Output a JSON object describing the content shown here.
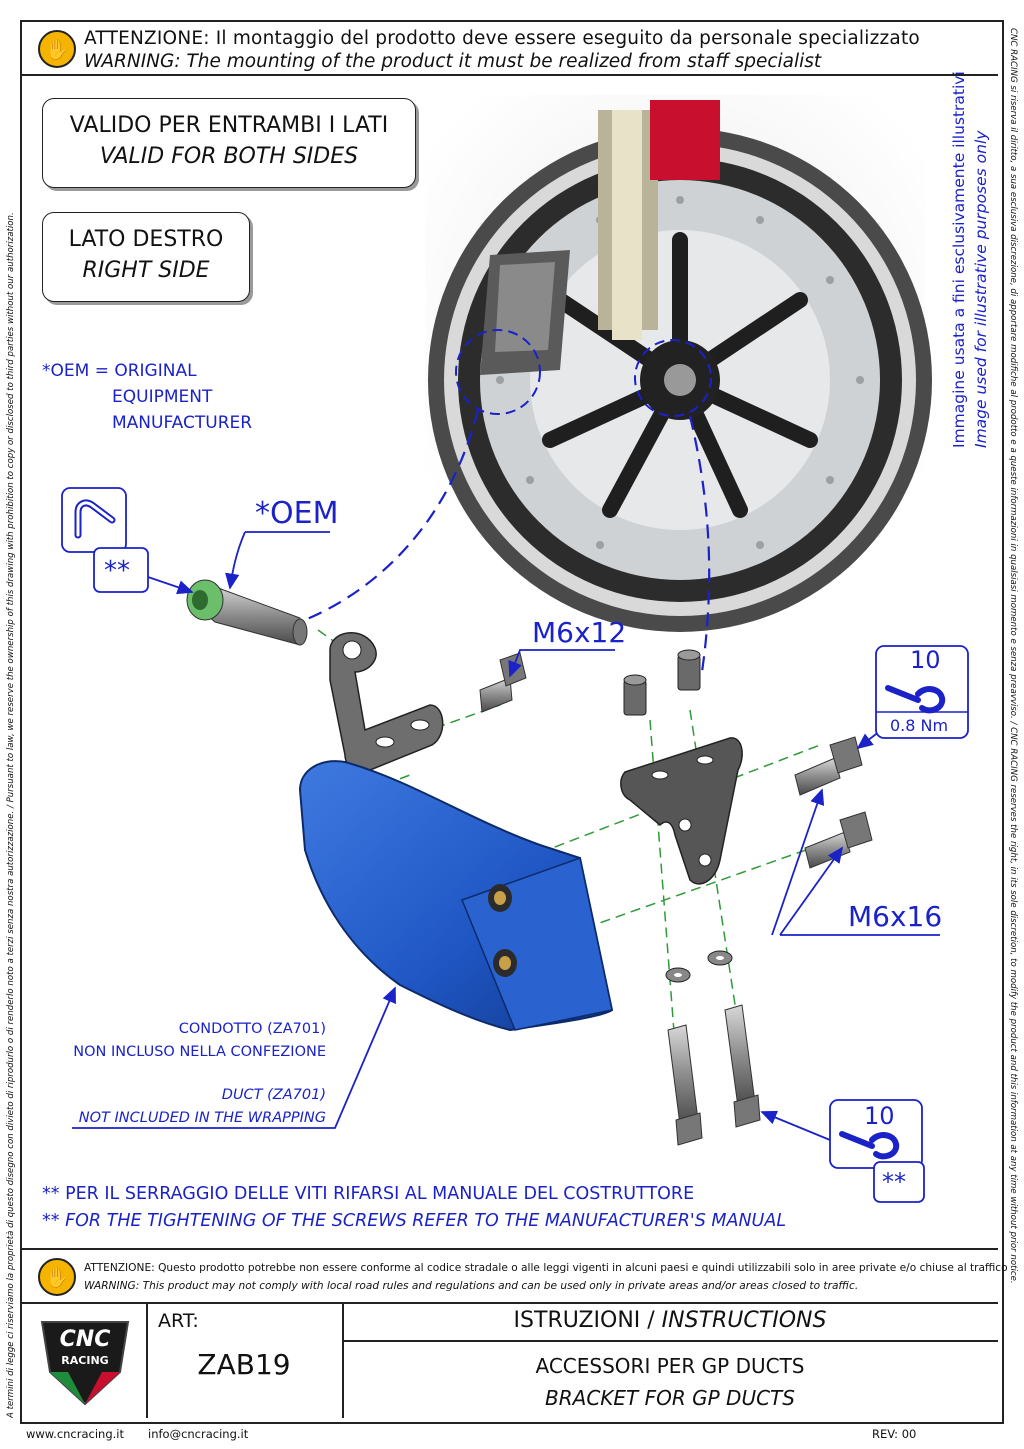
{
  "warning_top": {
    "it": "ATTENZIONE: Il montaggio del prodotto deve essere eseguito da personale specializzato",
    "en": "WARNING: The mounting of the product it must be realized from staff specialist"
  },
  "side_box_1": {
    "it": "VALIDO PER ENTRAMBI I LATI",
    "en": "VALID FOR BOTH SIDES"
  },
  "side_box_2": {
    "it": "LATO DESTRO",
    "en": "RIGHT SIDE"
  },
  "oem_note": {
    "line1": "*OEM = ORIGINAL",
    "line2": "EQUIPMENT",
    "line3": "MANUFACTURER"
  },
  "image_note": {
    "it": "Immagine usata a fini esclusivamente illustrativi",
    "en": "Image used for illustrative purposes only"
  },
  "labels": {
    "oem": "*OEM",
    "m6x12": "M6x12",
    "m6x16": "M6x16",
    "wrench_size_top": "10",
    "torque": "0.8 Nm",
    "wrench_size_bottom": "10",
    "double_star_1": "**",
    "double_star_2": "**"
  },
  "duct_note": {
    "it_line1": "CONDOTTO (ZA701)",
    "it_line2": "NON INCLUSO NELLA CONFEZIONE",
    "en_line1": "DUCT (ZA701)",
    "en_line2": "NOT INCLUDED IN THE WRAPPING"
  },
  "tightening_note": {
    "it": "** PER IL SERRAGGIO DELLE VITI RIFARSI AL MANUALE DEL COSTRUTTORE",
    "en": "** FOR THE TIGHTENING OF THE SCREWS REFER TO THE MANUFACTURER'S MANUAL"
  },
  "warning_bottom": {
    "it": "ATTENZIONE: Questo prodotto potrebbe non essere conforme al codice stradale o alle leggi vigenti in alcuni paesi e quindi utilizzabili solo in aree private e/o chiuse al traffico",
    "en": "WARNING: This product may not comply with local road rules and regulations and can be used only in private areas and/or areas closed to traffic."
  },
  "title_block": {
    "logo_top": "CNC",
    "logo_bottom": "RACING",
    "art_label": "ART:",
    "art_code": "ZAB19",
    "title_it": "ISTRUZIONI / ",
    "title_en": "INSTRUCTIONS",
    "desc_it": "ACCESSORI PER GP DUCTS",
    "desc_en": "BRACKET FOR GP DUCTS"
  },
  "footer": {
    "website": "www.cncracing.it",
    "email": "info@cncracing.it",
    "rev": "REV: 00"
  },
  "side_legal": {
    "left": "A termini di legge ci riserviamo la proprietà di questo disegno con divieto di riprodurlo o di renderlo noto a terzi senza nostra autorizzazione. / Pursuant to law, we reserve the ownership of this drawing with prohibition to copy or disclosed to third parties without our authorization.",
    "right": "CNC RACING si riserva il diritto, a sua esclusiva discrezione, di apportare modifiche al prodotto e a queste informazioni in qualsiasi momento e senza preavviso. / CNC RACING reserves the right, in its sole discretion, to modify the product and this information at any time without prior notice."
  },
  "colors": {
    "accent_blue": "#1a22c8",
    "duct_blue": "#1f56c4",
    "guide_green": "#2f9a3a",
    "warning_yellow": "#f4b400",
    "logo_red": "#c8102e",
    "logo_green": "#1e8c3a"
  }
}
